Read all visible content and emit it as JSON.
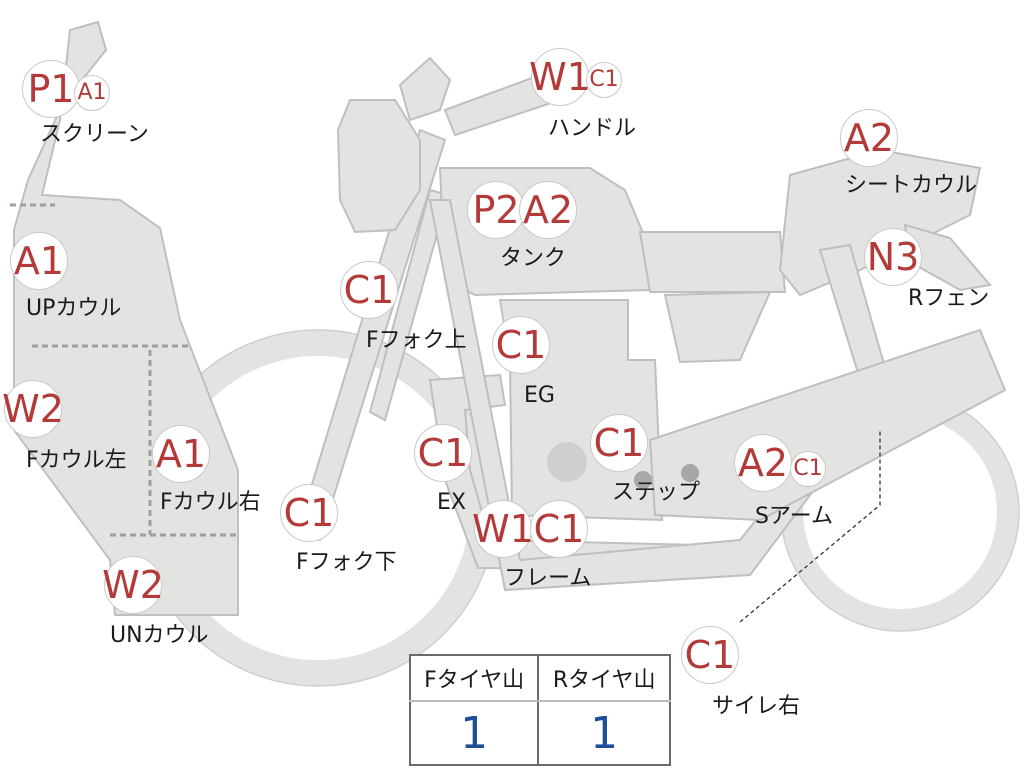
{
  "colors": {
    "part_fill": "#e3e3e1",
    "part_stroke": "#bfbfbf",
    "badge_text": "#b43a3a",
    "value_text": "#1f4e9a",
    "guide_dash": "#9aa0a6"
  },
  "parts": [
    {
      "id": "screen",
      "label": "スクリーン",
      "grades": [
        "P1",
        "A1"
      ]
    },
    {
      "id": "up-cowl",
      "label": "UPカウル",
      "grades": [
        "A1"
      ]
    },
    {
      "id": "f-cowl-left",
      "label": "Fカウル左",
      "grades": [
        "W2"
      ]
    },
    {
      "id": "f-cowl-right",
      "label": "Fカウル右",
      "grades": [
        "A1"
      ]
    },
    {
      "id": "un-cowl",
      "label": "UNカウル",
      "grades": [
        "W2"
      ]
    },
    {
      "id": "f-fork-upper",
      "label": "Fフォク上",
      "grades": [
        "C1"
      ]
    },
    {
      "id": "f-fork-lower",
      "label": "Fフォク下",
      "grades": [
        "C1"
      ]
    },
    {
      "id": "handle",
      "label": "ハンドル",
      "grades": [
        "W1",
        "C1"
      ]
    },
    {
      "id": "tank",
      "label": "タンク",
      "grades": [
        "P2",
        "A2"
      ]
    },
    {
      "id": "eg",
      "label": "EG",
      "grades": [
        "C1"
      ]
    },
    {
      "id": "ex",
      "label": "EX",
      "grades": [
        "C1"
      ]
    },
    {
      "id": "step",
      "label": "ステップ",
      "grades": [
        "C1"
      ]
    },
    {
      "id": "frame",
      "label": "フレーム",
      "grades": [
        "W1",
        "C1"
      ]
    },
    {
      "id": "seat-cowl",
      "label": "シートカウル",
      "grades": [
        "A2"
      ]
    },
    {
      "id": "r-fender",
      "label": "Rフェン",
      "grades": [
        "N3"
      ]
    },
    {
      "id": "s-arm",
      "label": "Sアーム",
      "grades": [
        "A2",
        "C1"
      ]
    },
    {
      "id": "muffler-right",
      "label": "サイレ右",
      "grades": [
        "C1"
      ]
    }
  ],
  "tyre_table": {
    "headers": [
      "Fタイヤ山",
      "Rタイヤ山"
    ],
    "values": [
      "1",
      "1"
    ]
  }
}
